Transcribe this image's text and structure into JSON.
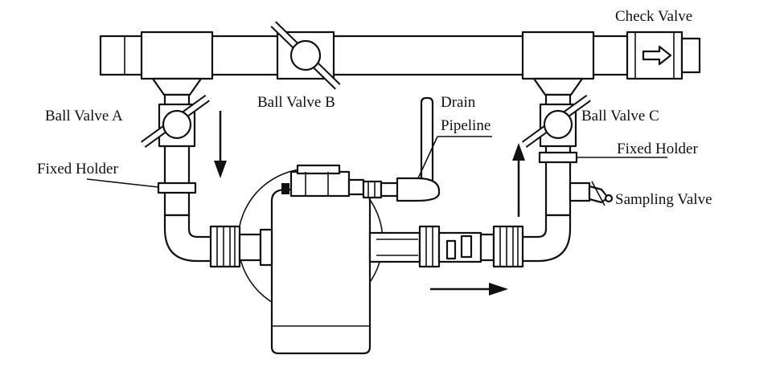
{
  "labels": {
    "check_valve": "Check Valve",
    "ball_valve_a": "Ball Valve A",
    "ball_valve_b": "Ball Valve B",
    "ball_valve_c": "Ball Valve C",
    "drain_pipeline_line1": "Drain",
    "drain_pipeline_line2": "Pipeline",
    "fixed_holder_left": "Fixed Holder",
    "fixed_holder_right": "Fixed Holder",
    "sampling_valve": "Sampling Valve"
  },
  "colors": {
    "ink": "#111111",
    "background": "#ffffff"
  }
}
